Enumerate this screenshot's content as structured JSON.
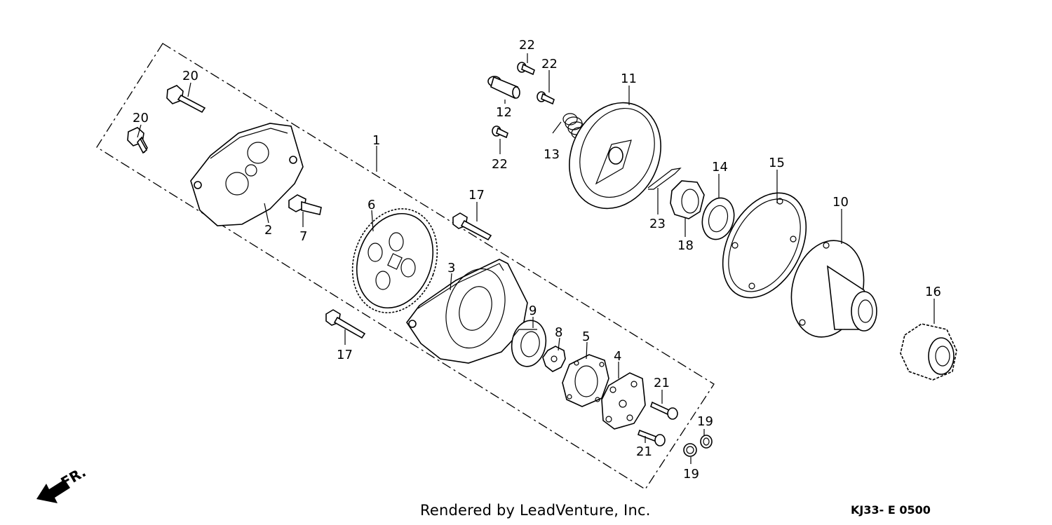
{
  "callouts": [
    {
      "id": "p1",
      "label": "1"
    },
    {
      "id": "p2",
      "label": "2"
    },
    {
      "id": "p3",
      "label": "3"
    },
    {
      "id": "p4",
      "label": "4"
    },
    {
      "id": "p5",
      "label": "5"
    },
    {
      "id": "p6",
      "label": "6"
    },
    {
      "id": "p7",
      "label": "7"
    },
    {
      "id": "p8",
      "label": "8"
    },
    {
      "id": "p9",
      "label": "9"
    },
    {
      "id": "p10",
      "label": "10"
    },
    {
      "id": "p11",
      "label": "11"
    },
    {
      "id": "p12",
      "label": "12"
    },
    {
      "id": "p13",
      "label": "13"
    },
    {
      "id": "p14",
      "label": "14"
    },
    {
      "id": "p15",
      "label": "15"
    },
    {
      "id": "p16",
      "label": "16"
    },
    {
      "id": "p17a",
      "label": "17"
    },
    {
      "id": "p17b",
      "label": "17"
    },
    {
      "id": "p18",
      "label": "18"
    },
    {
      "id": "p19a",
      "label": "19"
    },
    {
      "id": "p19b",
      "label": "19"
    },
    {
      "id": "p20a",
      "label": "20"
    },
    {
      "id": "p20b",
      "label": "20"
    },
    {
      "id": "p21a",
      "label": "21"
    },
    {
      "id": "p21b",
      "label": "21"
    },
    {
      "id": "p22a",
      "label": "22"
    },
    {
      "id": "p22b",
      "label": "22"
    },
    {
      "id": "p22c",
      "label": "22"
    },
    {
      "id": "p23",
      "label": "23"
    }
  ],
  "direction_label": "FR.",
  "caption": "Rendered by LeadVenture, Inc.",
  "diagram_code": "KJ33- E 0500"
}
